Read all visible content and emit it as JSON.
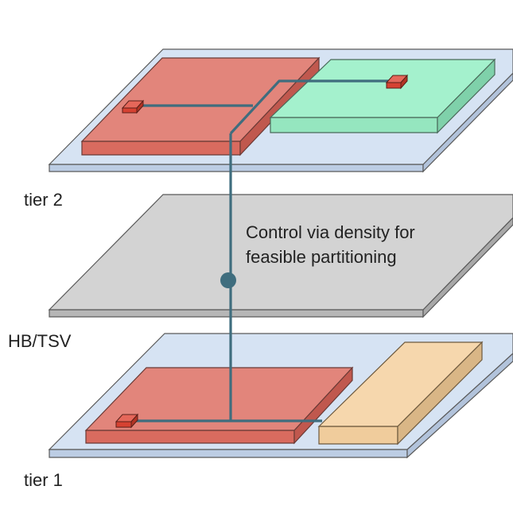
{
  "labels": {
    "tier2": "tier 2",
    "hb_tsv": "HB/TSV",
    "tier1": "tier 1",
    "note_line1": "Control via density for",
    "note_line2": "feasible partitioning"
  },
  "colors": {
    "plate_top": "#d6e3f3",
    "plate_side": "#bccde4",
    "plate_edge": "#5a5a5a",
    "middle_top": "#d3d3d3",
    "middle_side": "#b6b6b6",
    "block_red_top": "#e2857b",
    "block_red_side": "#c0584e",
    "block_red_front": "#d96b5f",
    "block_green_top": "#a4f1cd",
    "block_green_side": "#7fd1aa",
    "block_green_front": "#95e6bf",
    "block_tan_top": "#f6d7ad",
    "block_tan_side": "#d9b686",
    "block_tan_front": "#f0cc9c",
    "pin_fill": "#d64232",
    "wire": "#3f6d7e"
  }
}
